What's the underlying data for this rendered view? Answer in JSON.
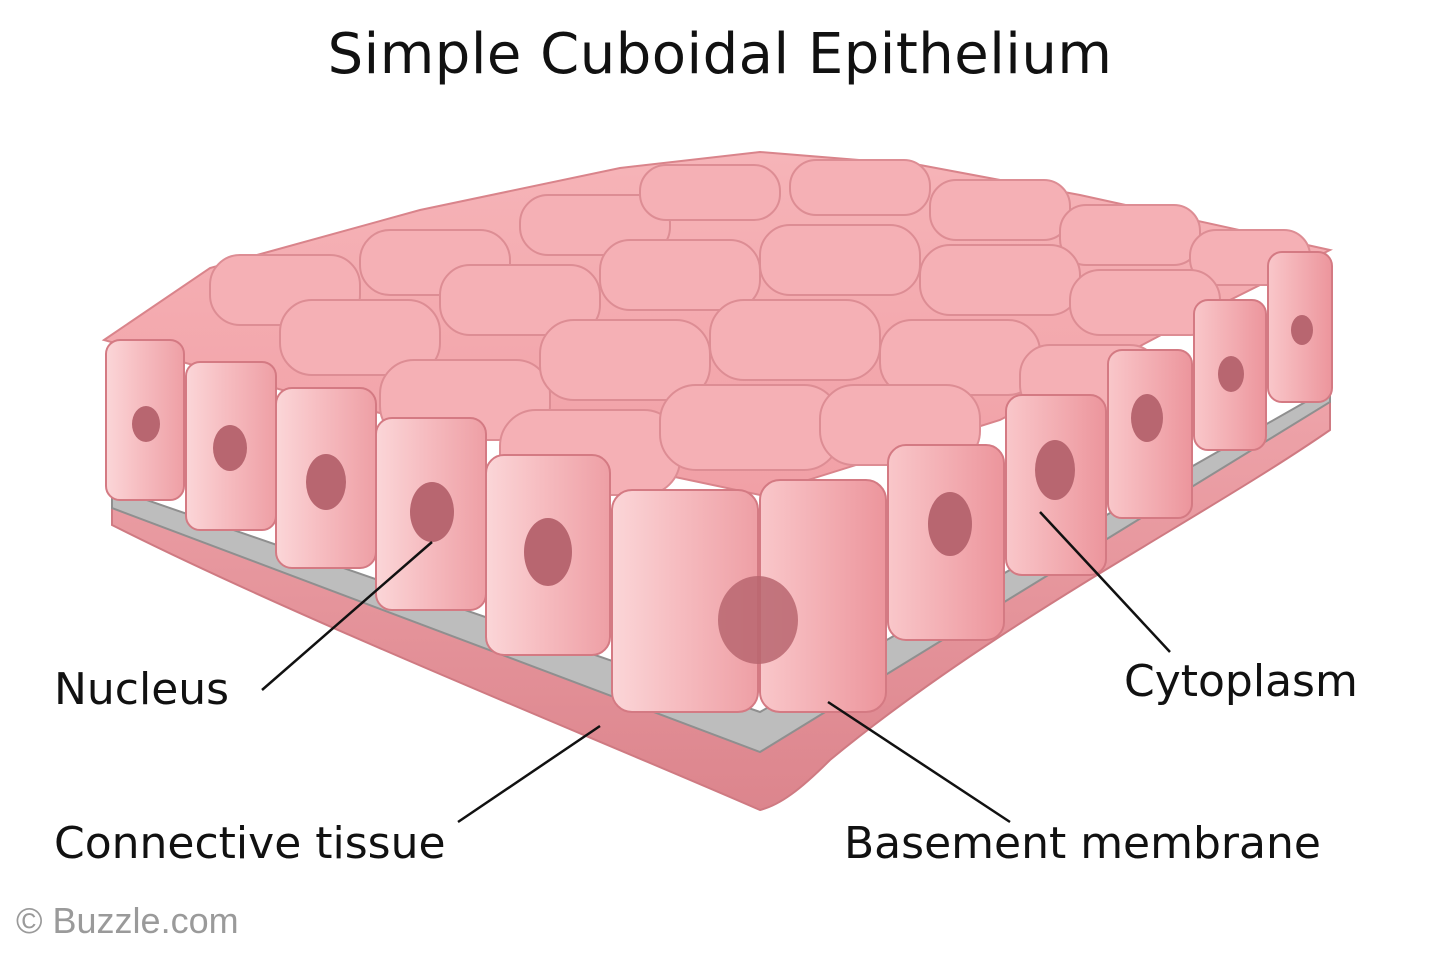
{
  "title": "Simple Cuboidal Epithelium",
  "labels": {
    "nucleus": "Nucleus",
    "cytoplasm": "Cytoplasm",
    "connective_tissue": "Connective tissue",
    "basement_membrane": "Basement membrane"
  },
  "credit": "© Buzzle.com",
  "colors": {
    "cell_top": "#f2a5aa",
    "cell_front": "#f4b3b7",
    "cell_edge": "#d97a82",
    "nucleus": "#b86670",
    "membrane": "#b7b7b7",
    "connective": "#e5939a",
    "leader_line": "#111111"
  }
}
